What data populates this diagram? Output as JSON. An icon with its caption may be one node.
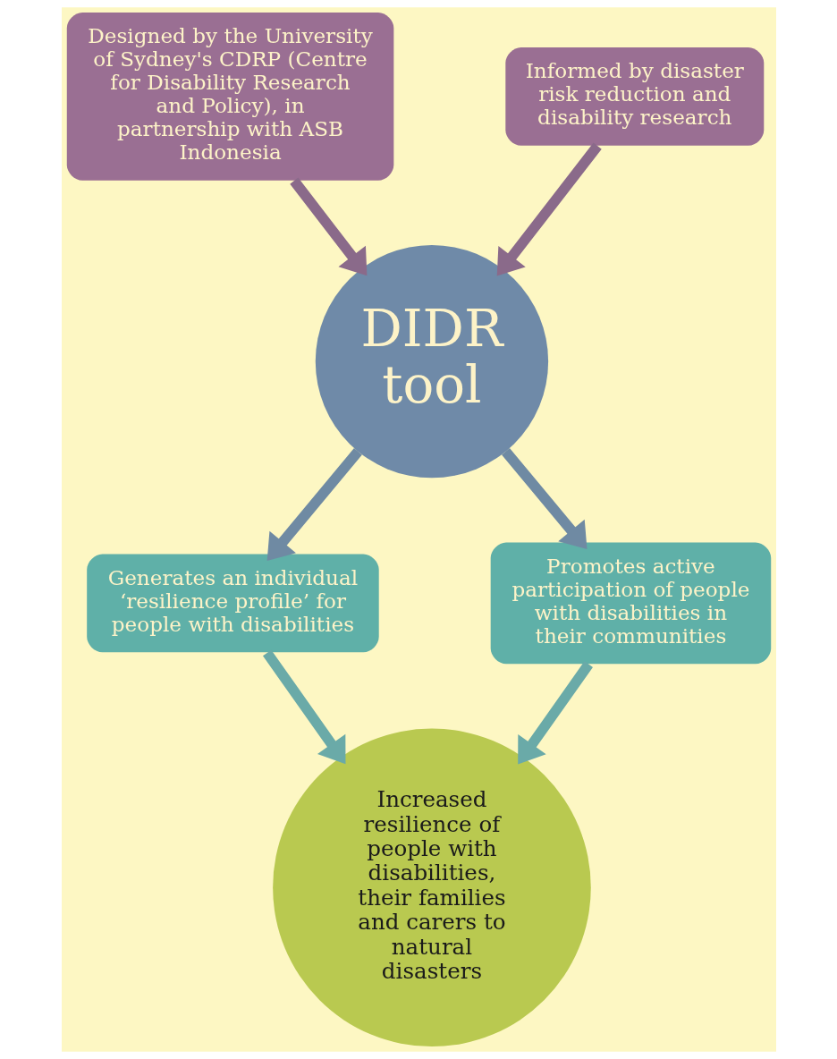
{
  "diagram": {
    "nodes": [
      {
        "text": [
          "Designed by the University of Sydney's CDRP (Centre for Disability Research and Policy), in partnership with ASB Indonesia"
        ]
      },
      {
        "text": [
          "Informed by disaster risk reduction and disability research"
        ]
      },
      {
        "text": [
          "DIDR tool"
        ]
      },
      {
        "text": [
          "Generates an individual ‘resilience profile’ for people with disabilities"
        ]
      },
      {
        "text": [
          "Promotes active participation of people with disabilities in their communities"
        ]
      },
      {
        "text": [
          "Increased resilience of people with disabilities, their families and carers to natural disasters"
        ]
      }
    ],
    "edges": [
      {
        "from": 0,
        "to": 2,
        "arrow": "to",
        "color": "#8a6a8a"
      },
      {
        "from": 1,
        "to": 2,
        "arrow": "to",
        "color": "#8a6a8a"
      },
      {
        "from": 2,
        "to": 3,
        "arrow": "to",
        "color": "#6f8aa3"
      },
      {
        "from": 2,
        "to": 4,
        "arrow": "to",
        "color": "#6f8aa3"
      },
      {
        "from": 3,
        "to": 5,
        "arrow": "to",
        "color": "#6aaaa8"
      },
      {
        "from": 4,
        "to": 5,
        "arrow": "to",
        "color": "#6aaaa8"
      }
    ]
  }
}
